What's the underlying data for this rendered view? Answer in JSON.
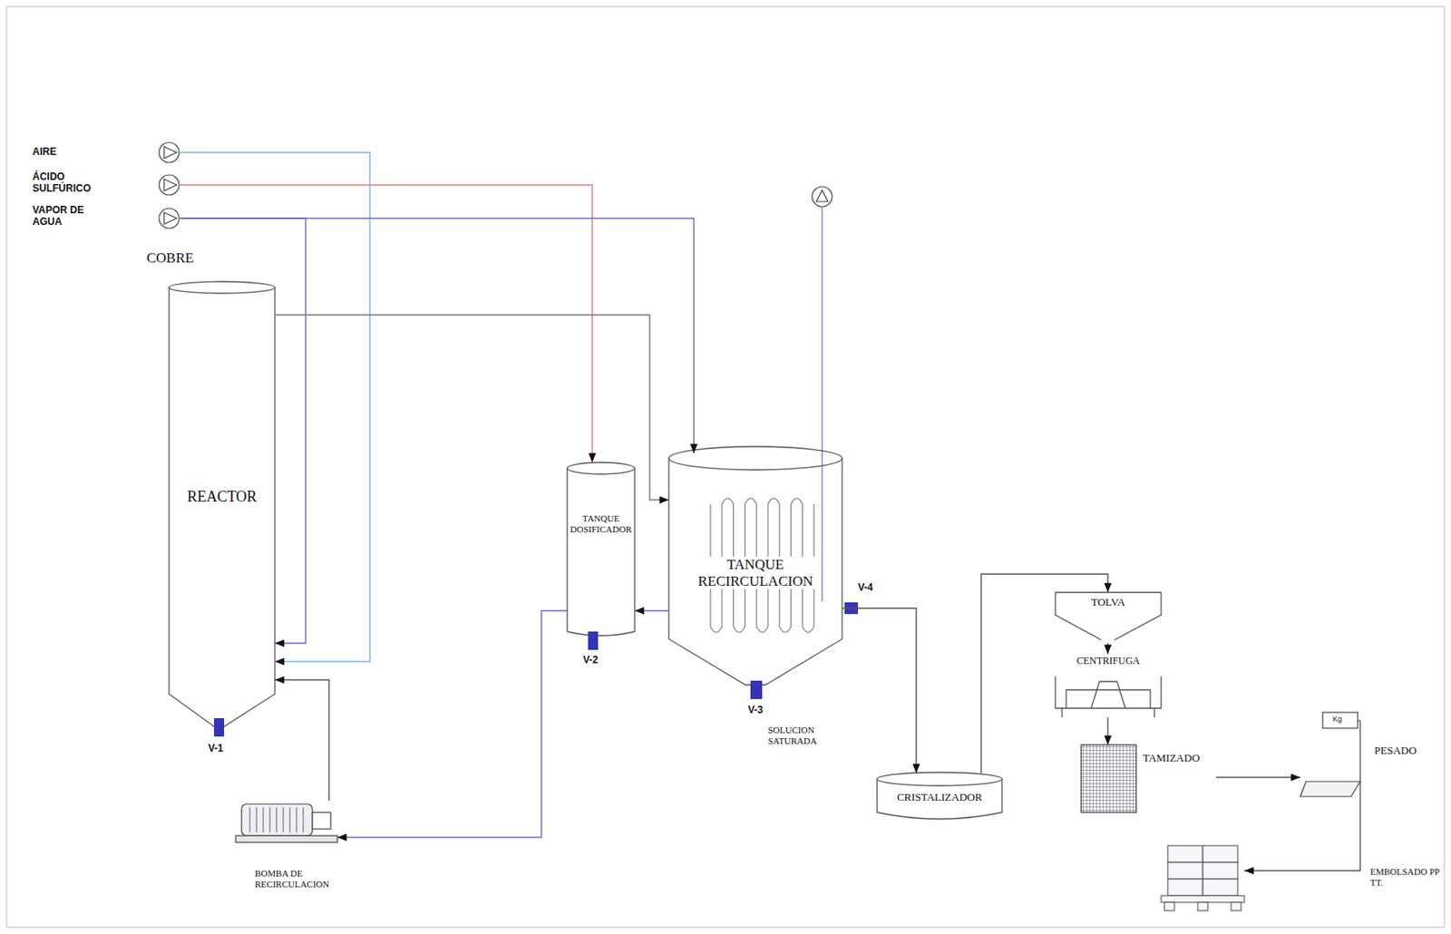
{
  "diagram": {
    "nodes": [
      {
        "text": [
          "AIRE"
        ]
      },
      {
        "text": [
          "ÁCIDO SULFÚRICO"
        ]
      },
      {
        "text": [
          "VAPOR DE AGUA"
        ]
      },
      {
        "text": [
          "COBRE",
          "REACTOR"
        ]
      },
      {
        "text": [
          "TANQUE DOSIFICADOR"
        ]
      },
      {
        "text": [
          "TANQUE RECIRCULACION"
        ]
      },
      {
        "text": [
          "TOLVA"
        ]
      },
      {
        "text": [
          "CENTRIFUGA"
        ]
      },
      {
        "text": [
          "TAMIZADO"
        ]
      },
      {
        "text": [
          "PESADO"
        ]
      },
      {
        "text": [
          "CRISTALIZADOR"
        ]
      },
      {
        "text": [
          "BOMBA DE RECIRCULACION"
        ]
      },
      {
        "text": [
          "EMBOLSADO PP TT."
        ]
      }
    ],
    "edges": [
      {
        "from": 0,
        "to": 3,
        "arrow": "to"
      },
      {
        "from": 1,
        "to": 4,
        "arrow": "to"
      },
      {
        "from": 2,
        "to": 3,
        "arrow": "to"
      },
      {
        "from": 2,
        "to": 5,
        "arrow": "to"
      },
      {
        "from": 3,
        "to": 5,
        "arrow": "to"
      },
      {
        "from": 5,
        "to": 4,
        "arrow": "to"
      },
      {
        "from": 4,
        "to": 11,
        "arrow": "to"
      },
      {
        "from": 11,
        "to": 3,
        "arrow": "to"
      },
      {
        "from": 5,
        "to": 10,
        "arrow": "to"
      },
      {
        "from": 10,
        "to": 6,
        "arrow": "to"
      },
      {
        "from": 6,
        "to": 7,
        "arrow": "to"
      },
      {
        "from": 7,
        "to": 8,
        "arrow": "to"
      },
      {
        "from": 8,
        "to": 9,
        "arrow": "to"
      },
      {
        "from": 9,
        "to": 12,
        "arrow": "to"
      }
    ],
    "labels": [
      "V-1",
      "V-2",
      "V-3",
      "V-4",
      "SOLUCION SATURADA",
      "Kg"
    ]
  }
}
